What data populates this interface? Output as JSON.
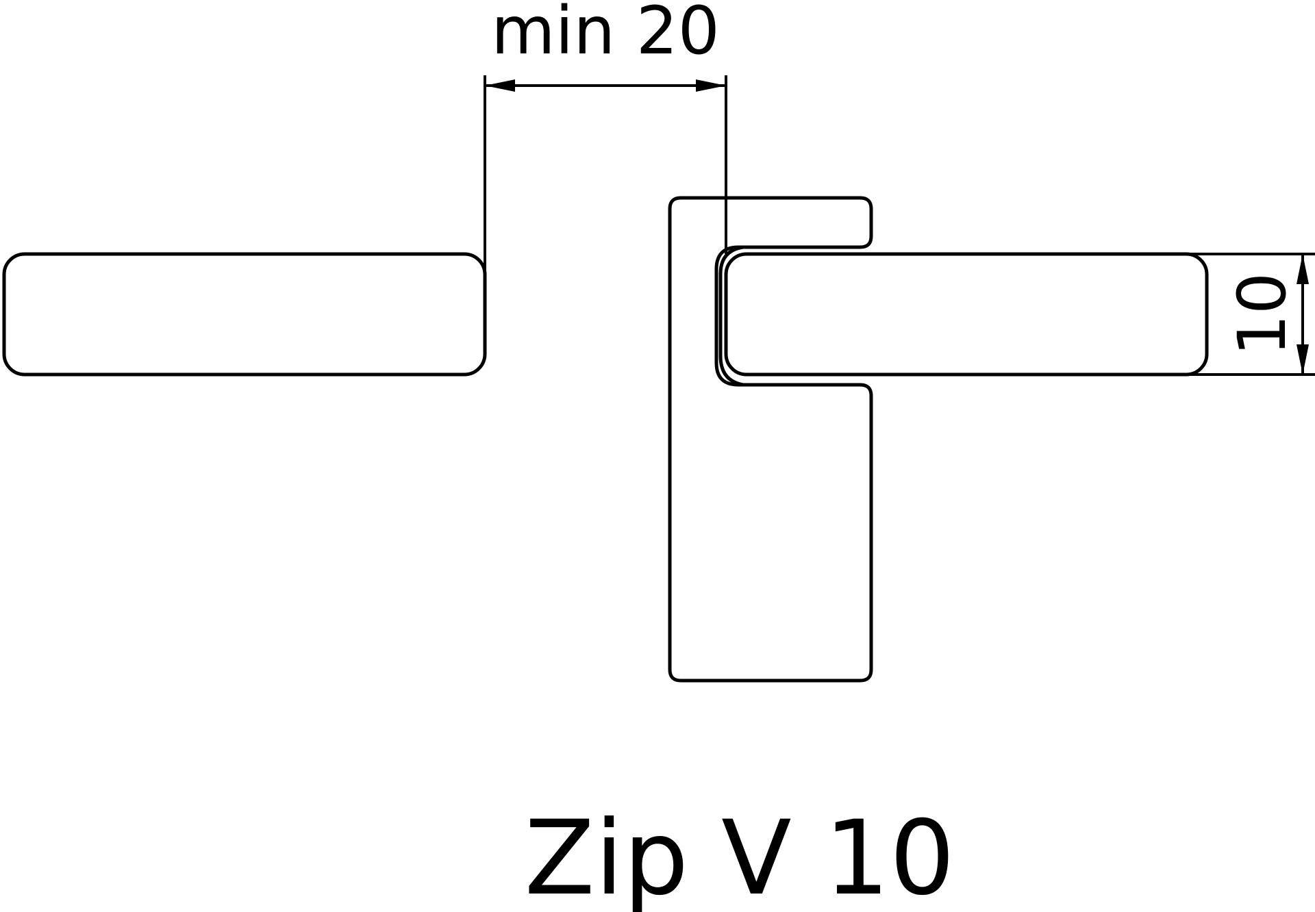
{
  "dimensions": {
    "gap_label": "min 20",
    "thickness_label": "10"
  },
  "caption": "Zip V 10",
  "colors": {
    "line": "#000000",
    "background": "#ffffff"
  }
}
